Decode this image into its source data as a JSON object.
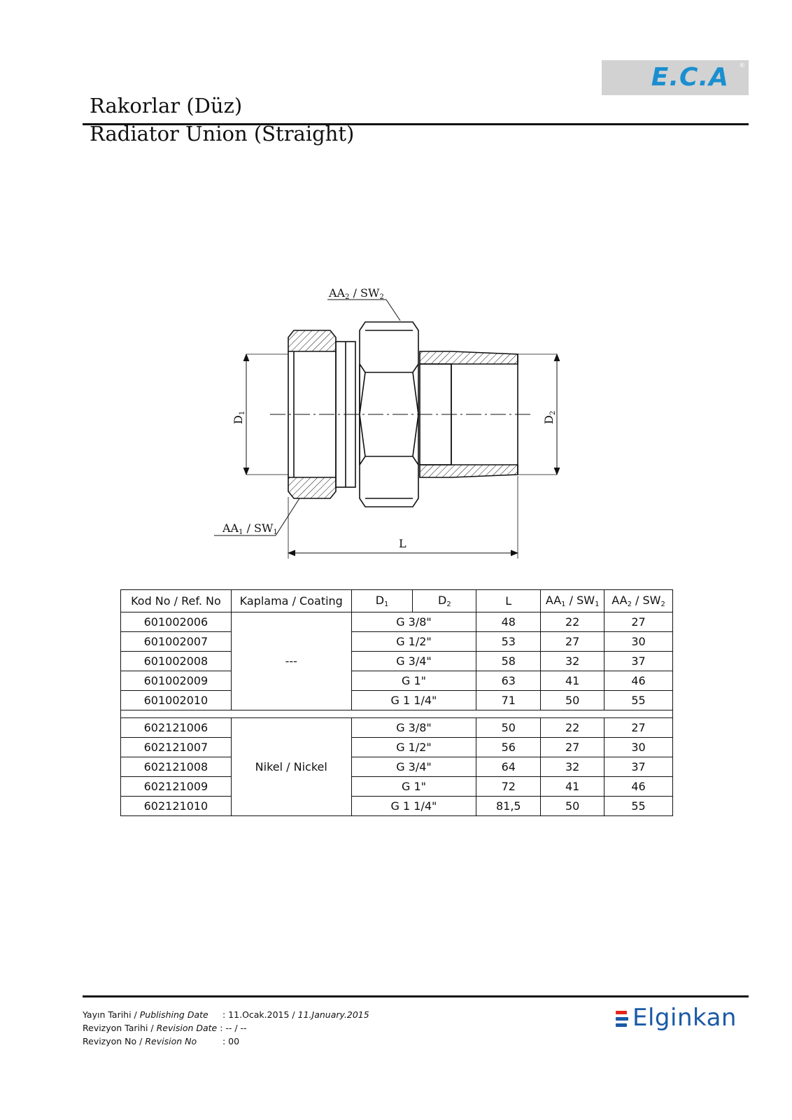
{
  "header": {
    "logo_text": "E.C.A",
    "logo_registered": "®",
    "title_tr": "Rakorlar (Düz)",
    "title_en": "Radiator Union (Straight)",
    "logo_color": "#1a8fd0"
  },
  "drawing": {
    "label_aa2": "AA",
    "label_aa2_sub": "2",
    "label_sw2": " / SW",
    "label_sw2_sub": "2",
    "label_aa1": "AA",
    "label_aa1_sub": "1",
    "label_sw1": " / SW",
    "label_sw1_sub": "1",
    "label_d1": "D",
    "label_d1_sub": "1",
    "label_d2": "D",
    "label_d2_sub": "2",
    "label_l": "L"
  },
  "table": {
    "headers": {
      "ref": "Kod No / Ref. No",
      "coating": "Kaplama / Coating",
      "d1": "D",
      "d1_sub": "1",
      "d2": "D",
      "d2_sub": "2",
      "l": "L",
      "aa1": "AA",
      "aa1_sub": "1",
      "sw1": " / SW",
      "sw1_sub": "1",
      "aa2": "AA",
      "aa2_sub": "2",
      "sw2": " / SW",
      "sw2_sub": "2"
    },
    "group1": {
      "coating": "---",
      "rows": [
        {
          "ref": "601002006",
          "d": "G 3/8\"",
          "l": "48",
          "aa1": "22",
          "aa2": "27"
        },
        {
          "ref": "601002007",
          "d": "G 1/2\"",
          "l": "53",
          "aa1": "27",
          "aa2": "30"
        },
        {
          "ref": "601002008",
          "d": "G 3/4\"",
          "l": "58",
          "aa1": "32",
          "aa2": "37"
        },
        {
          "ref": "601002009",
          "d": "G 1\"",
          "l": "63",
          "aa1": "41",
          "aa2": "46"
        },
        {
          "ref": "601002010",
          "d": "G 1 1/4\"",
          "l": "71",
          "aa1": "50",
          "aa2": "55"
        }
      ]
    },
    "group2": {
      "coating": "Nikel / Nickel",
      "rows": [
        {
          "ref": "602121006",
          "d": "G 3/8\"",
          "l": "50",
          "aa1": "22",
          "aa2": "27"
        },
        {
          "ref": "602121007",
          "d": "G 1/2\"",
          "l": "56",
          "aa1": "27",
          "aa2": "30"
        },
        {
          "ref": "602121008",
          "d": "G 3/4\"",
          "l": "64",
          "aa1": "32",
          "aa2": "37"
        },
        {
          "ref": "602121009",
          "d": "G 1\"",
          "l": "72",
          "aa1": "41",
          "aa2": "46"
        },
        {
          "ref": "602121010",
          "d": "G 1 1/4\"",
          "l": "81,5",
          "aa1": "50",
          "aa2": "55"
        }
      ]
    }
  },
  "footer": {
    "publish_label_tr": "Yayın Tarihi / ",
    "publish_label_en": "Publishing Date",
    "publish_value_tr": ": 11.Ocak.2015 / ",
    "publish_value_en": "11.January.2015",
    "revdate_label_tr": "Revizyon Tarihi / ",
    "revdate_label_en": "Revision Date",
    "revdate_value": " : -- / --",
    "revno_label_tr": "Revizyon No / ",
    "revno_label_en": "Revision No",
    "revno_value": ": 00",
    "brand_name": "Elginkan",
    "brand_color": "#1a5aa5",
    "brand_bar_colors": [
      "#e32619",
      "#1a5aa5",
      "#1a5aa5"
    ]
  }
}
